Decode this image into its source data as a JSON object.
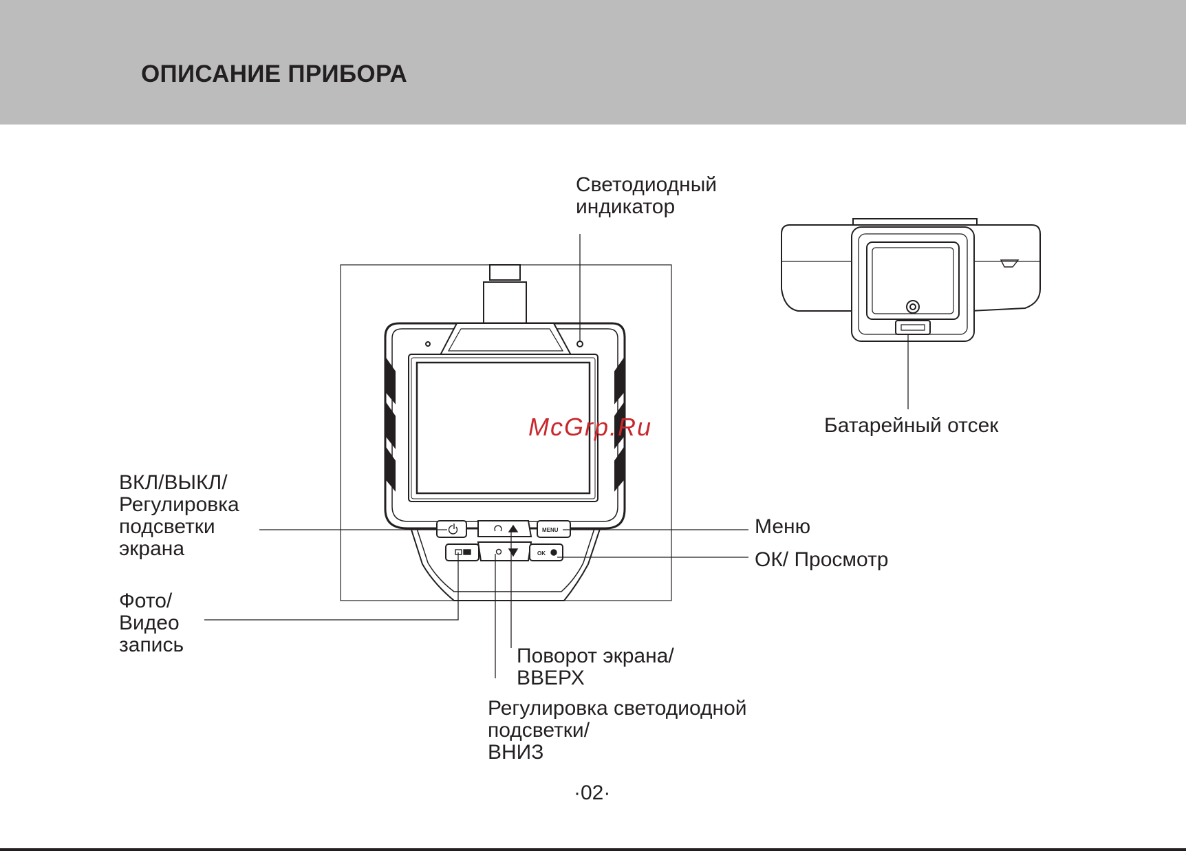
{
  "header": {
    "title": "ОПИСАНИЕ ПРИБОРА",
    "band_color": "#bcbcbc"
  },
  "callouts": {
    "led_indicator": "Светодиодный\nиндикатор",
    "battery": "Батарейный отсек",
    "power": "ВКЛ/ВЫКЛ/\nРегулировка\nподсветки\nэкрана",
    "photo_video": "Фото/\nВидео\nзапись",
    "menu": "Меню",
    "ok_view": "ОК/ Просмотр",
    "rotate_up": "Поворот экрана/\nВВЕРХ",
    "led_down": "Регулировка светодиодной\nподсветки/\nВНИЗ"
  },
  "device_keys": {
    "menu": "MENU",
    "ok": "OK"
  },
  "icons": [
    "power-icon",
    "photo-video-icon",
    "rotate-icon",
    "up-arrow-icon",
    "light-icon",
    "down-arrow-icon",
    "ok-circle-icon",
    "screw-icon"
  ],
  "watermark": "McGrp.Ru",
  "watermark_color": "#c8282c",
  "page_number": "·02·"
}
